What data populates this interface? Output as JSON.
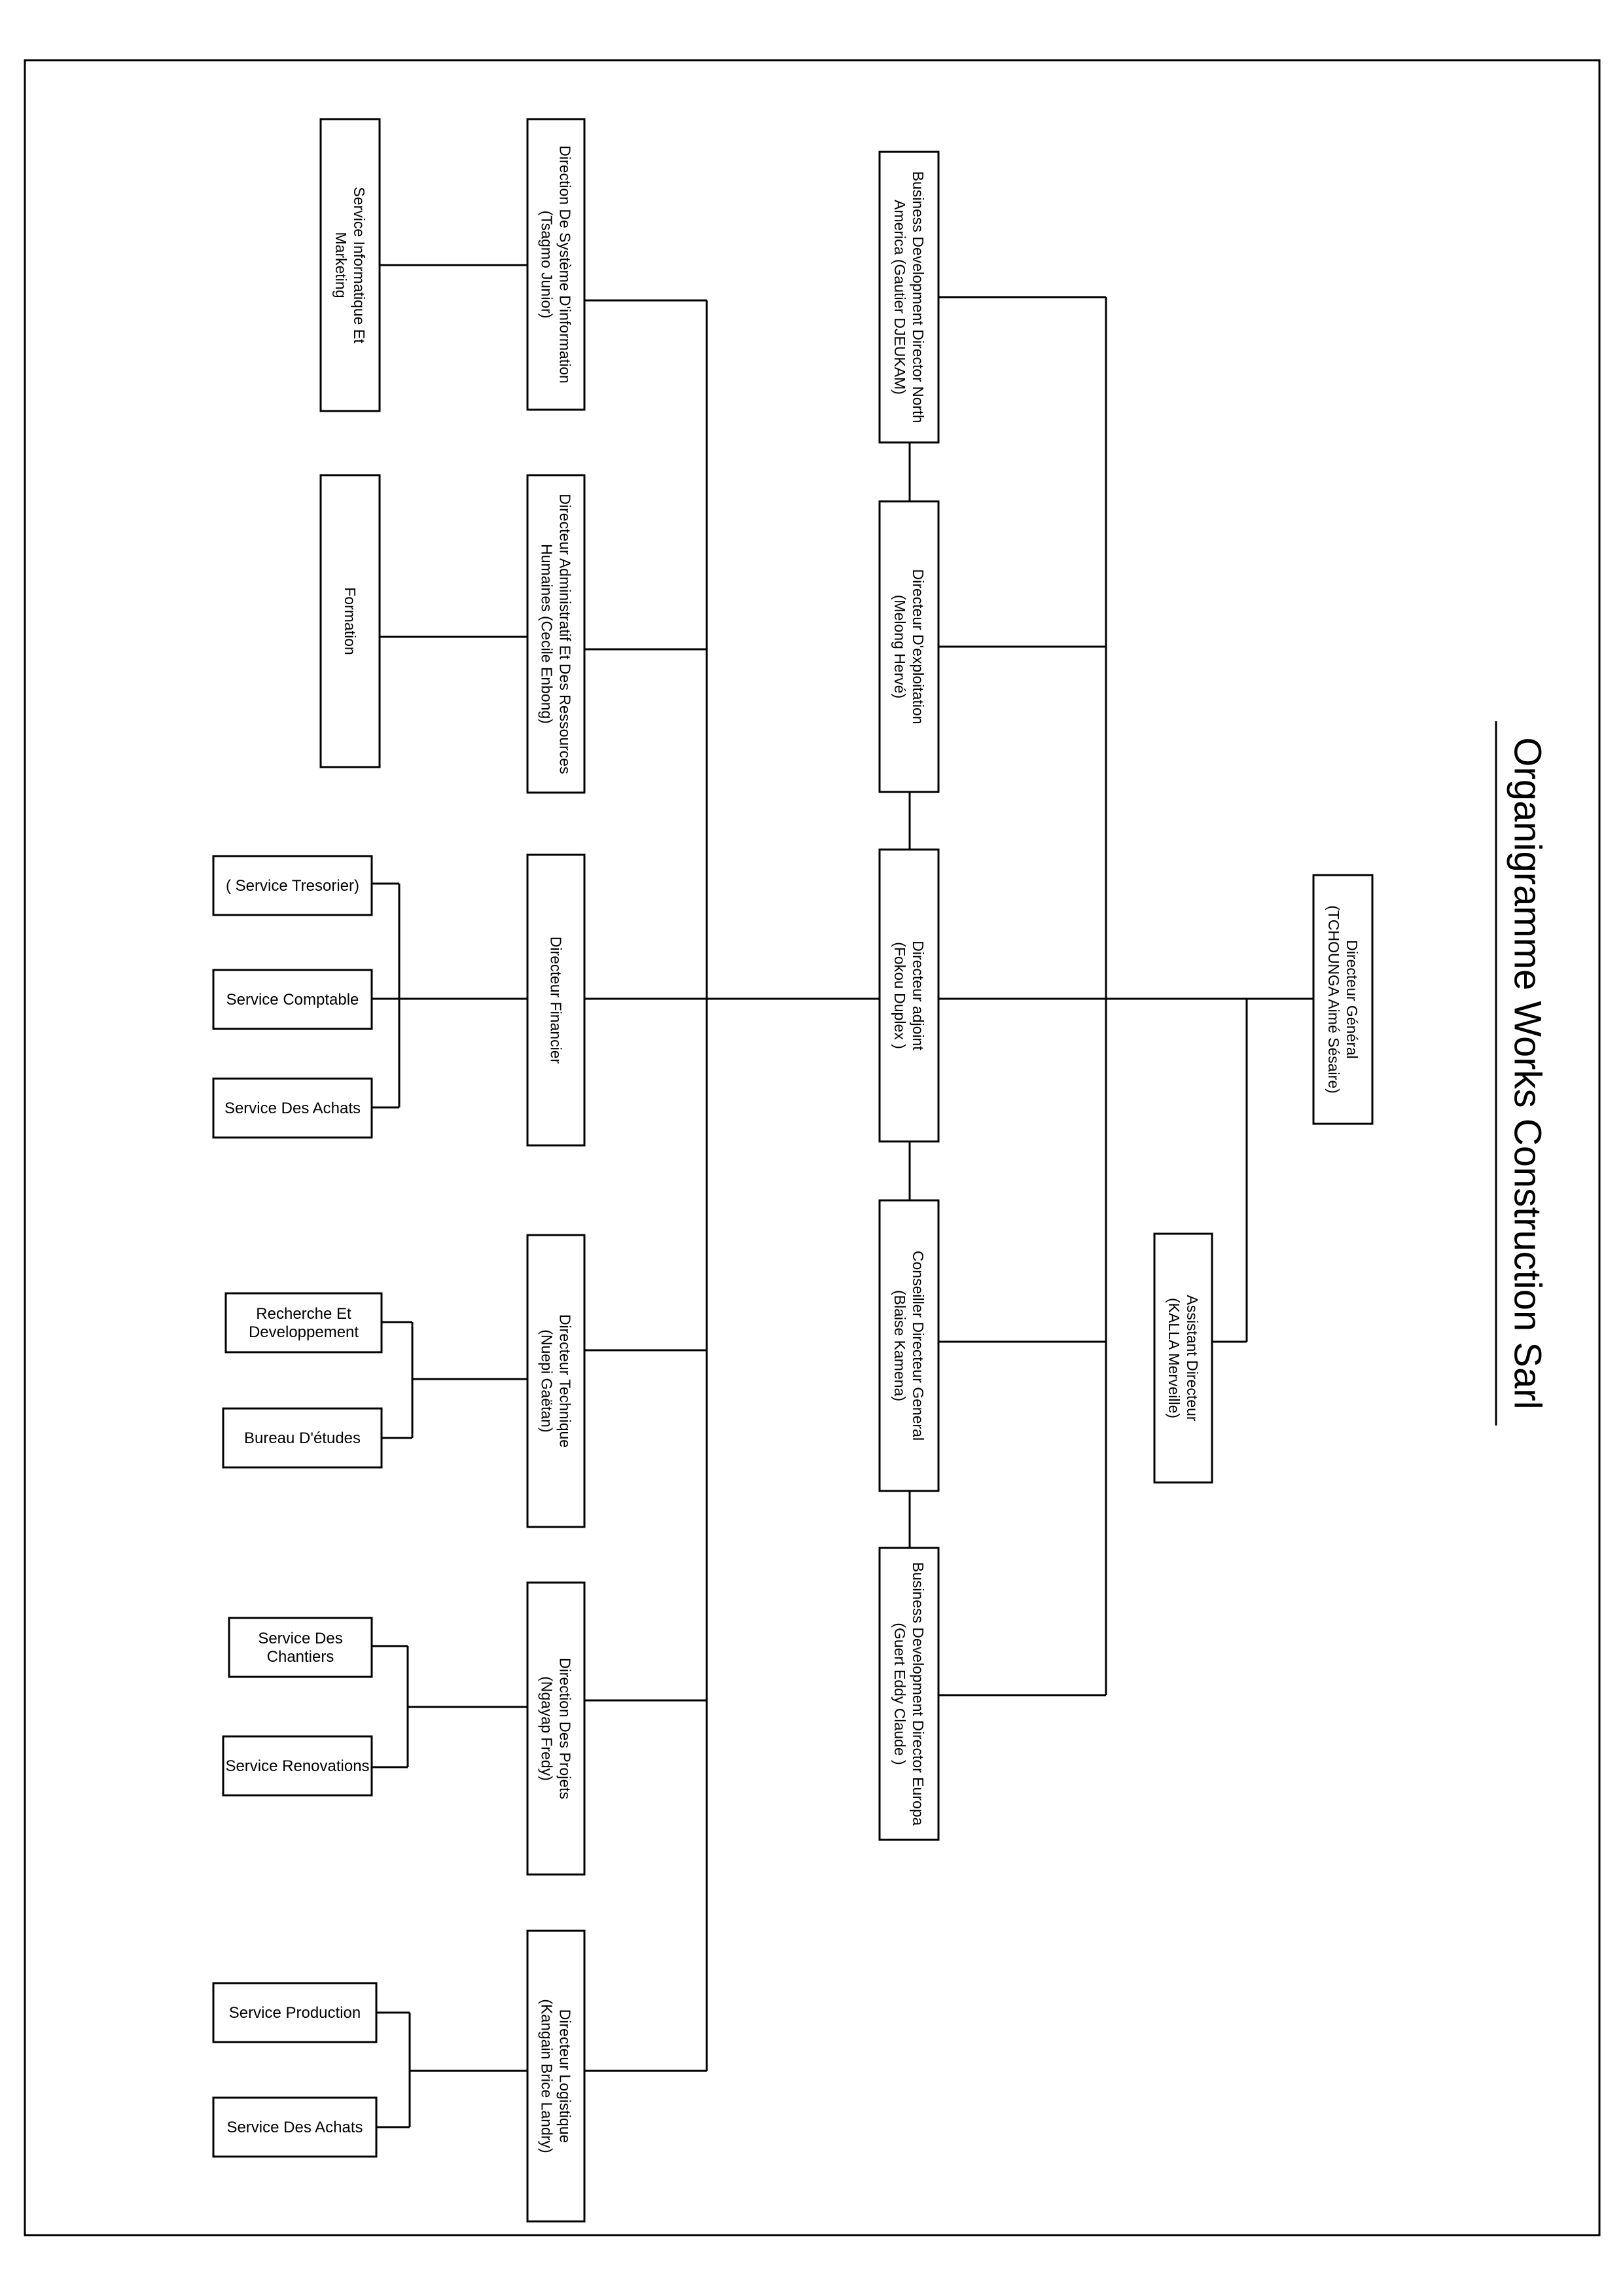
{
  "title": "Organigramme  Works Construction Sarl",
  "nodes": {
    "dg": [
      "Directeur Général",
      "(TCHOUNGA Aimé Sésaire)"
    ],
    "assistant": [
      "Assistant Directeur",
      "(KALLA Merveille)"
    ],
    "bd_na": [
      "Business Development Director North",
      "America (Gautier DJEUKAM)"
    ],
    "exploitation": [
      "Directeur D'exploitation",
      "(Melong Hervé)"
    ],
    "adjoint": [
      "Directeur adjoint",
      "(Fokou Duplex )"
    ],
    "conseiller": [
      "Conseiller Directeur General",
      "(Blaise Kamena)"
    ],
    "bd_eu": [
      "Business Development Director Europa",
      "(Guert Eddy Claude )"
    ],
    "dsi": [
      "Direction De Système D'information",
      "(Tsagmo Junior)"
    ],
    "daf": [
      "Directeur Administratif Et Des Ressources",
      "Humaines (Cecile Enbong)"
    ],
    "financier": [
      "Directeur Financier"
    ],
    "technique": [
      "Directeur Technique",
      "(Nuepi Gaëtan)"
    ],
    "projets": [
      "Direction Des Projets",
      "(Ngayap Fredy)"
    ],
    "logistique": [
      "Directeur Logistique",
      "(Kangain Brice Landry)"
    ],
    "info_marketing": [
      "Service Informatique Et",
      "Marketing"
    ],
    "formation": [
      "Formation"
    ],
    "tresorier": [
      "( Service Tresorier)"
    ],
    "comptable": [
      "Service Comptable"
    ],
    "achats_fin": [
      "Service Des Achats"
    ],
    "recherche": [
      "Recherche Et",
      "Developpement"
    ],
    "bureau": [
      "Bureau D'études"
    ],
    "chantiers": [
      "Service Des",
      "Chantiers"
    ],
    "renovations": [
      "Service Renovations"
    ],
    "production": [
      "Service Production"
    ],
    "achats_log": [
      "Service Des Achats"
    ]
  }
}
